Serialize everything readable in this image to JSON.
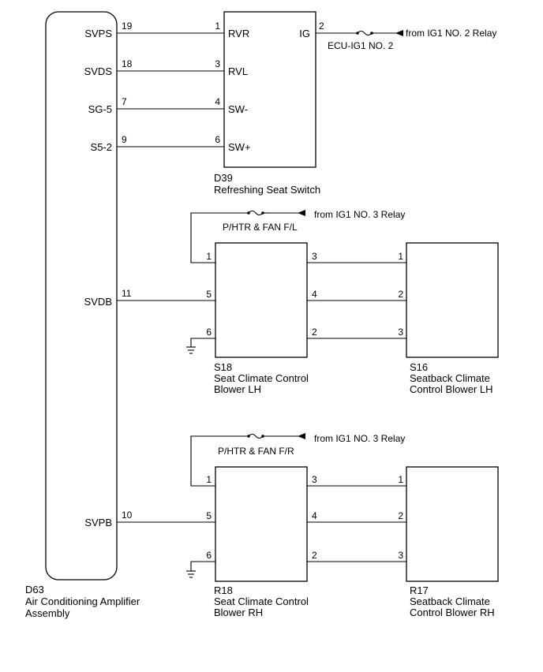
{
  "amp": {
    "code": "D63",
    "name_line1": "Air Conditioning Amplifier",
    "name_line2": "Assembly",
    "pins": {
      "svps": {
        "label": "SVPS",
        "num": "19"
      },
      "svds": {
        "label": "SVDS",
        "num": "18"
      },
      "sg5": {
        "label": "SG-5",
        "num": "7"
      },
      "s52": {
        "label": "S5-2",
        "num": "9"
      },
      "svdb": {
        "label": "SVDB",
        "num": "11"
      },
      "svpb": {
        "label": "SVPB",
        "num": "10"
      }
    }
  },
  "switch": {
    "code": "D39",
    "name": "Refreshing Seat Switch",
    "pins": {
      "rvr": {
        "label": "RVR",
        "num": "1"
      },
      "rvl": {
        "label": "RVL",
        "num": "3"
      },
      "swm": {
        "label": "SW-",
        "num": "4"
      },
      "swp": {
        "label": "SW+",
        "num": "6"
      },
      "ig": {
        "label": "IG",
        "num": "2"
      }
    },
    "fuse": "ECU-IG1 NO. 2",
    "source": "from IG1 NO. 2 Relay"
  },
  "blower_lh": {
    "code": "S18",
    "name_line1": "Seat Climate Control",
    "name_line2": "Blower LH",
    "fuse": "P/HTR & FAN F/L",
    "source": "from IG1 NO. 3 Relay",
    "left_pins": [
      "1",
      "5",
      "6"
    ],
    "right_pins": [
      "3",
      "4",
      "2"
    ]
  },
  "seatback_lh": {
    "code": "S16",
    "name_line1": "Seatback Climate",
    "name_line2": "Control Blower LH",
    "pins": [
      "1",
      "2",
      "3"
    ]
  },
  "blower_rh": {
    "code": "R18",
    "name_line1": "Seat Climate Control",
    "name_line2": "Blower RH",
    "fuse": "P/HTR & FAN F/R",
    "source": "from IG1 NO. 3 Relay",
    "left_pins": [
      "1",
      "5",
      "6"
    ],
    "right_pins": [
      "3",
      "4",
      "2"
    ]
  },
  "seatback_rh": {
    "code": "R17",
    "name_line1": "Seatback Climate",
    "name_line2": "Control Blower RH",
    "pins": [
      "1",
      "2",
      "3"
    ]
  }
}
